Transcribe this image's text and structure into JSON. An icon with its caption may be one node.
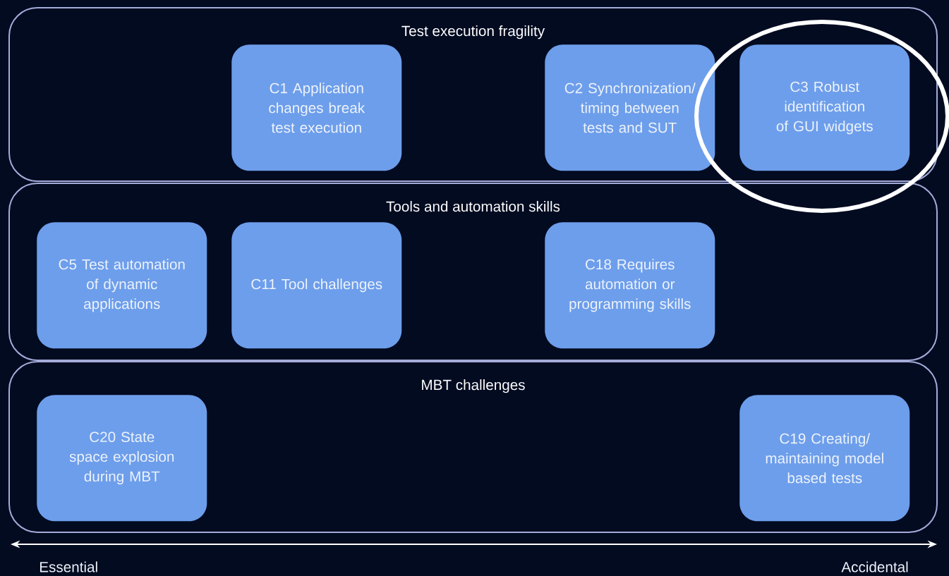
{
  "diagram": {
    "nodes": [
      {
        "text": [
          "Test execution fragility"
        ]
      },
      {
        "text": [
          "C1 Application changes break test execution"
        ],
        "in": 0
      },
      {
        "text": [
          "C2 Synchronization/ timing between tests and SUT"
        ],
        "in": 0
      },
      {
        "text": [
          "C3 Robust identification of GUI widgets"
        ],
        "in": 0
      },
      {
        "text": [
          "Tools and automation skills"
        ]
      },
      {
        "text": [
          "C5 Test automation of dynamic applications"
        ],
        "in": 4
      },
      {
        "text": [
          "C11 Tool challenges"
        ],
        "in": 4
      },
      {
        "text": [
          "C18 Requires automation or programming skills"
        ],
        "in": 4
      },
      {
        "text": [
          "MBT challenges"
        ]
      },
      {
        "text": [
          "C20 State space explosion during MBT"
        ],
        "in": 8
      },
      {
        "text": [
          "C19 Creating/ maintaining model based tests"
        ],
        "in": 8
      }
    ],
    "edges": [],
    "labels": [
      "Essential",
      "Accidental"
    ]
  }
}
